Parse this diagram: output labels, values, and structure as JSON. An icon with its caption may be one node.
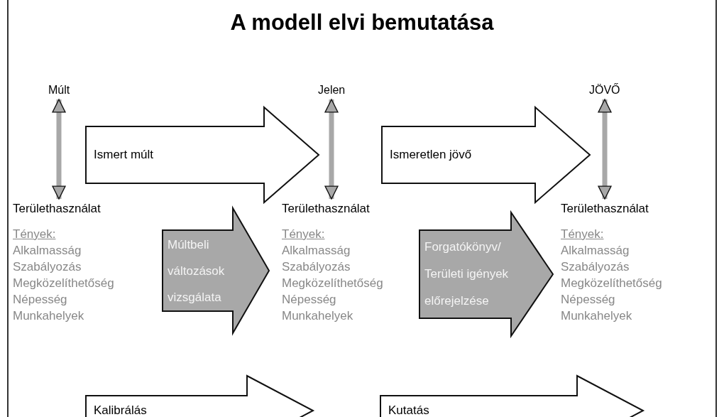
{
  "diagram": {
    "title": "A modell elvi bemutatása",
    "nodes": [
      {
        "text": [
          "Múlt"
        ]
      },
      {
        "text": [
          "Jelen"
        ]
      },
      {
        "text": [
          "JÖVŐ"
        ]
      },
      {
        "text": [
          "Ismert múlt"
        ]
      },
      {
        "text": [
          "Ismeretlen jövő"
        ]
      },
      {
        "text": [
          "Területhasználat",
          "Tények:",
          "Alkalmasság",
          "Szabályozás",
          "Megközelíthetőség",
          "Népesség",
          "Munkahelyek"
        ]
      },
      {
        "text": [
          "Múltbeli változások vizsgálata"
        ]
      },
      {
        "text": [
          "Területhasználat",
          "Tények:",
          "Alkalmasság",
          "Szabályozás",
          "Megközelíthetőség",
          "Népesség",
          "Munkahelyek"
        ]
      },
      {
        "text": [
          "Forgatókönyv/ Területi igények előrejelzése"
        ]
      },
      {
        "text": [
          "Területhasználat",
          "Tények:",
          "Alkalmasság",
          "Szabályozás",
          "Megközelíthetőség",
          "Népesség",
          "Munkahelyek"
        ]
      },
      {
        "text": [
          "Kalibrálás"
        ]
      },
      {
        "text": [
          "Kutatás"
        ]
      }
    ],
    "edges": [
      {
        "from": 0,
        "to": 5,
        "arrow": "both"
      },
      {
        "from": 1,
        "to": 7,
        "arrow": "both"
      },
      {
        "from": 2,
        "to": 9,
        "arrow": "both"
      }
    ]
  }
}
